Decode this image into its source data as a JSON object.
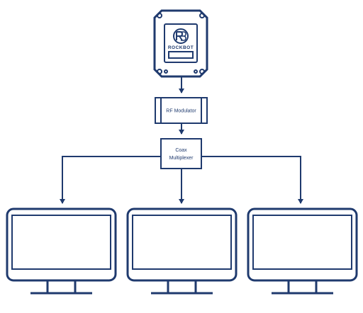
{
  "colors": {
    "line": "#1f3a6e",
    "background": "#ffffff"
  },
  "device": {
    "brand": "ROCKBOT",
    "logo_icon": "rockbot-logo-icon"
  },
  "nodes": {
    "rf_modulator": "RF Modulator",
    "coax_multiplexer_line1": "Coax",
    "coax_multiplexer_line2": "Multiplexer"
  },
  "displays": [
    {
      "icon": "monitor-icon"
    },
    {
      "icon": "monitor-icon"
    },
    {
      "icon": "monitor-icon"
    }
  ]
}
